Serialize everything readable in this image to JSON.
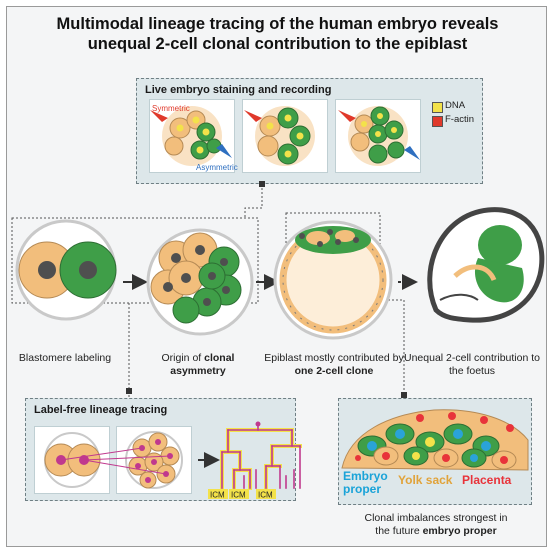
{
  "title": {
    "line1": "Multimodal lineage tracing of the human embryo reveals",
    "line2": "unequal 2-cell clonal contribution to the epiblast"
  },
  "live_panel": {
    "title": "Live embryo staining and recording",
    "symmetric_label": "Symmetric",
    "asymmetric_label": "Asymmetric",
    "legend": [
      {
        "label": "DNA",
        "color": "#f3e24a"
      },
      {
        "label": "F-actin",
        "color": "#e0392b"
      }
    ]
  },
  "steps": [
    {
      "pre": "Blastomere labeling",
      "bold": "",
      "post": ""
    },
    {
      "pre": "Origin of ",
      "bold": "clonal asymmetry",
      "post": ""
    },
    {
      "pre": "Epiblast mostly contributed by ",
      "bold": "one 2-cell clone",
      "post": ""
    },
    {
      "pre": "Unequal 2-cell contribution to the foetus",
      "bold": "",
      "post": ""
    }
  ],
  "label_free_panel": {
    "title": "Label-free lineage tracing",
    "leaves": [
      "ICM",
      "ICM",
      "ICM"
    ]
  },
  "zoom_panel": {
    "labels": [
      {
        "text": "Embryo proper",
        "color": "#1aa3d8"
      },
      {
        "text": "Yolk sack",
        "color": "#e1a33a"
      },
      {
        "text": "Placenta",
        "color": "#e8333a"
      }
    ],
    "caption_pre": "Clonal imbalances strongest in the future ",
    "caption_bold": "embryo proper"
  },
  "colors": {
    "orange": "#f2be7c",
    "green": "#3f9e48",
    "dark_nucleus": "#4f4f4f",
    "magenta": "#c0398e",
    "yellow": "#f3e24a",
    "panel_bg": "#dde7ea"
  }
}
